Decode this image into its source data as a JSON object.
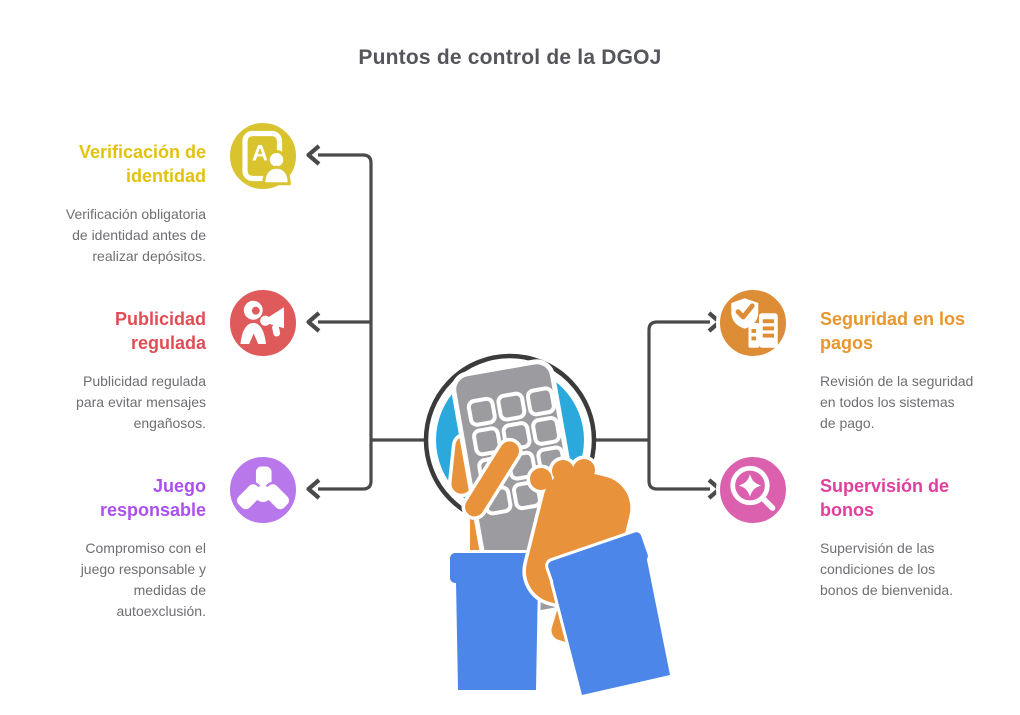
{
  "header": {
    "title": "Puntos de control de la DGOJ",
    "title_color": "#55565B"
  },
  "connector_color": "#4A4A4A",
  "body_text_color": "#6E6F72",
  "center": {
    "illustration": "hands-holding-phone",
    "circle_color": "#2BA9DC",
    "ring_color": "#3B3B3B",
    "hand_color": "#E8933C",
    "sleeve_color": "#4C86E8",
    "phone_color": "#9C9CA0"
  },
  "items": [
    {
      "title": "Verificación de\nidentidad",
      "description": "Verificación obligatoria\nde identidad antes de\nrealizar depósitos.",
      "color": "#E3C20E",
      "icon_bg": "#D9C32F",
      "icon": "id-card-user-icon",
      "side": "left"
    },
    {
      "title": "Publicidad\nregulada",
      "description": "Publicidad regulada\npara evitar mensajes\nengañosos.",
      "color": "#E14D55",
      "icon_bg": "#DF5A5A",
      "icon": "megaphone-person-icon",
      "side": "left"
    },
    {
      "title": "Juego\nresponsable",
      "description": "Compromiso con el\njuego responsable y\nmedidas de\nautoexclusión.",
      "color": "#AC4FF0",
      "icon_bg": "#B877EB",
      "icon": "hands-together-icon",
      "side": "left"
    },
    {
      "title": "Seguridad en los\npagos",
      "description": "Revisión de la seguridad\nen todos los sistemas\nde pago.",
      "color": "#E8962E",
      "icon_bg": "#DC8D35",
      "icon": "shield-check-invoice-icon",
      "side": "right"
    },
    {
      "title": "Supervisión de\nbonos",
      "description": "Supervisión de las\ncondiciones de los\nbonos de bienvenida.",
      "color": "#E03F9D",
      "icon_bg": "#DB60AE",
      "icon": "magnifier-sparkle-icon",
      "side": "right"
    }
  ]
}
